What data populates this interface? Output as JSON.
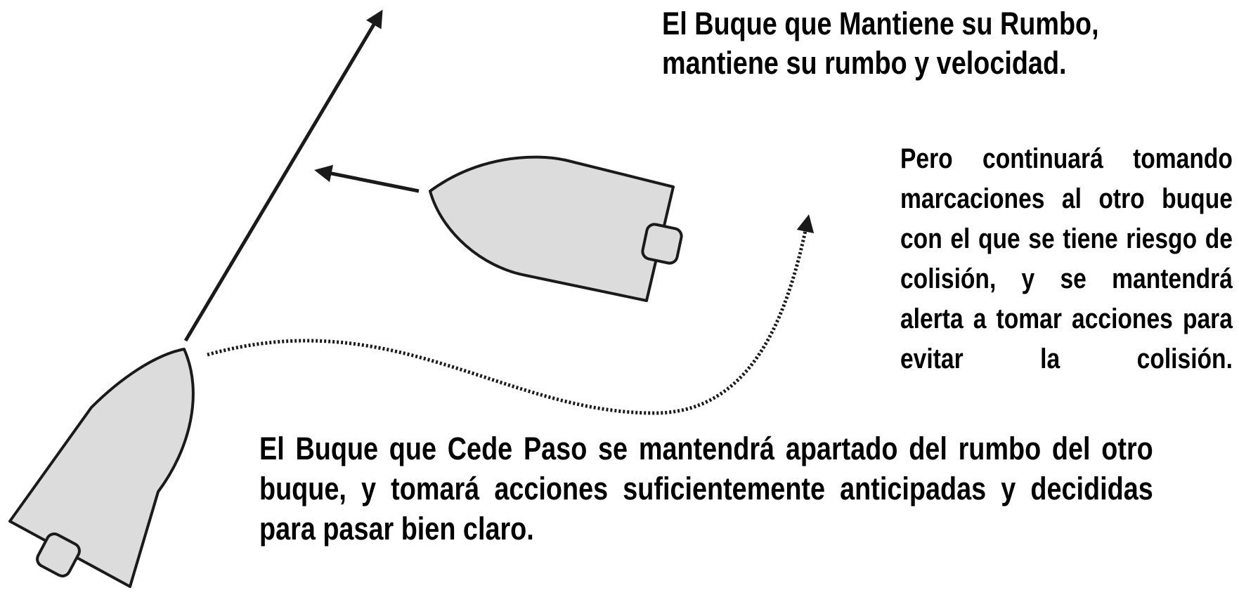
{
  "captions": {
    "stand_on_line1": "El Buque que Mantiene su Rumbo,",
    "stand_on_line2": "mantiene su rumbo y velocidad.",
    "watch": "Pero continuará tomando marcaciones al otro buque con el que se tiene riesgo de colisión, y se mantendrá alerta a tomar acciones para evitar la colisión.",
    "give_way": "El Buque que Cede Paso se mantendrá apartado del rumbo del otro buque, y tomará acciones suficientemente anticipadas y decididas para pasar bien claro."
  },
  "colors": {
    "hull_fill": "#dcdcdc",
    "stroke": "#1a1a1a",
    "text": "#000000",
    "background": "#ffffff"
  }
}
